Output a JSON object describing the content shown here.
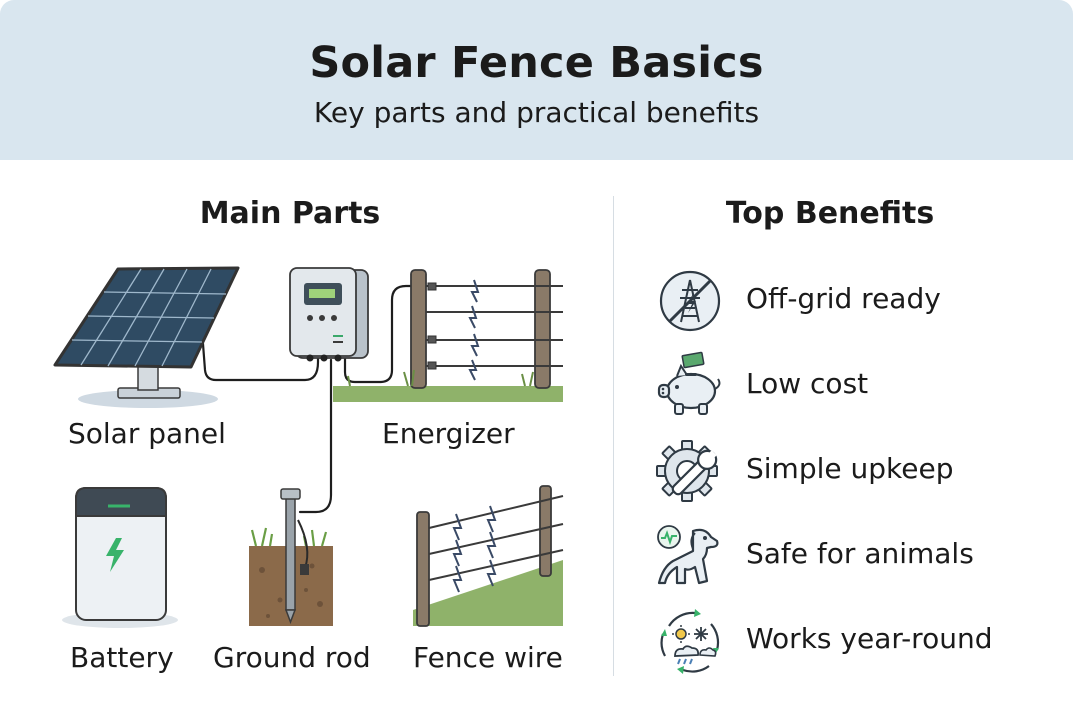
{
  "header": {
    "title": "Solar Fence Basics",
    "subtitle": "Key parts and practical benefits"
  },
  "parts": {
    "title": "Main Parts",
    "items": [
      {
        "label": "Solar panel",
        "icon": "solar-panel-icon"
      },
      {
        "label": "Energizer",
        "icon": "energizer-icon"
      },
      {
        "label": "Battery",
        "icon": "battery-icon"
      },
      {
        "label": "Ground rod",
        "icon": "ground-rod-icon"
      },
      {
        "label": "Fence wire",
        "icon": "fence-wire-icon"
      }
    ]
  },
  "benefits": {
    "title": "Top Benefits",
    "items": [
      {
        "label": "Off-grid ready",
        "icon": "off-grid-icon"
      },
      {
        "label": "Low cost",
        "icon": "piggy-bank-icon"
      },
      {
        "label": "Simple upkeep",
        "icon": "gear-wrench-icon"
      },
      {
        "label": "Safe for animals",
        "icon": "dog-icon"
      },
      {
        "label": "Works year-round",
        "icon": "seasons-cycle-icon"
      }
    ]
  },
  "colors": {
    "header_bg": "#d9e6ef",
    "panel_blue": "#2f4b63",
    "grass": "#8fb26a",
    "soil": "#8b6a4a",
    "post": "#8a7a68",
    "accent_green": "#38b36a"
  }
}
